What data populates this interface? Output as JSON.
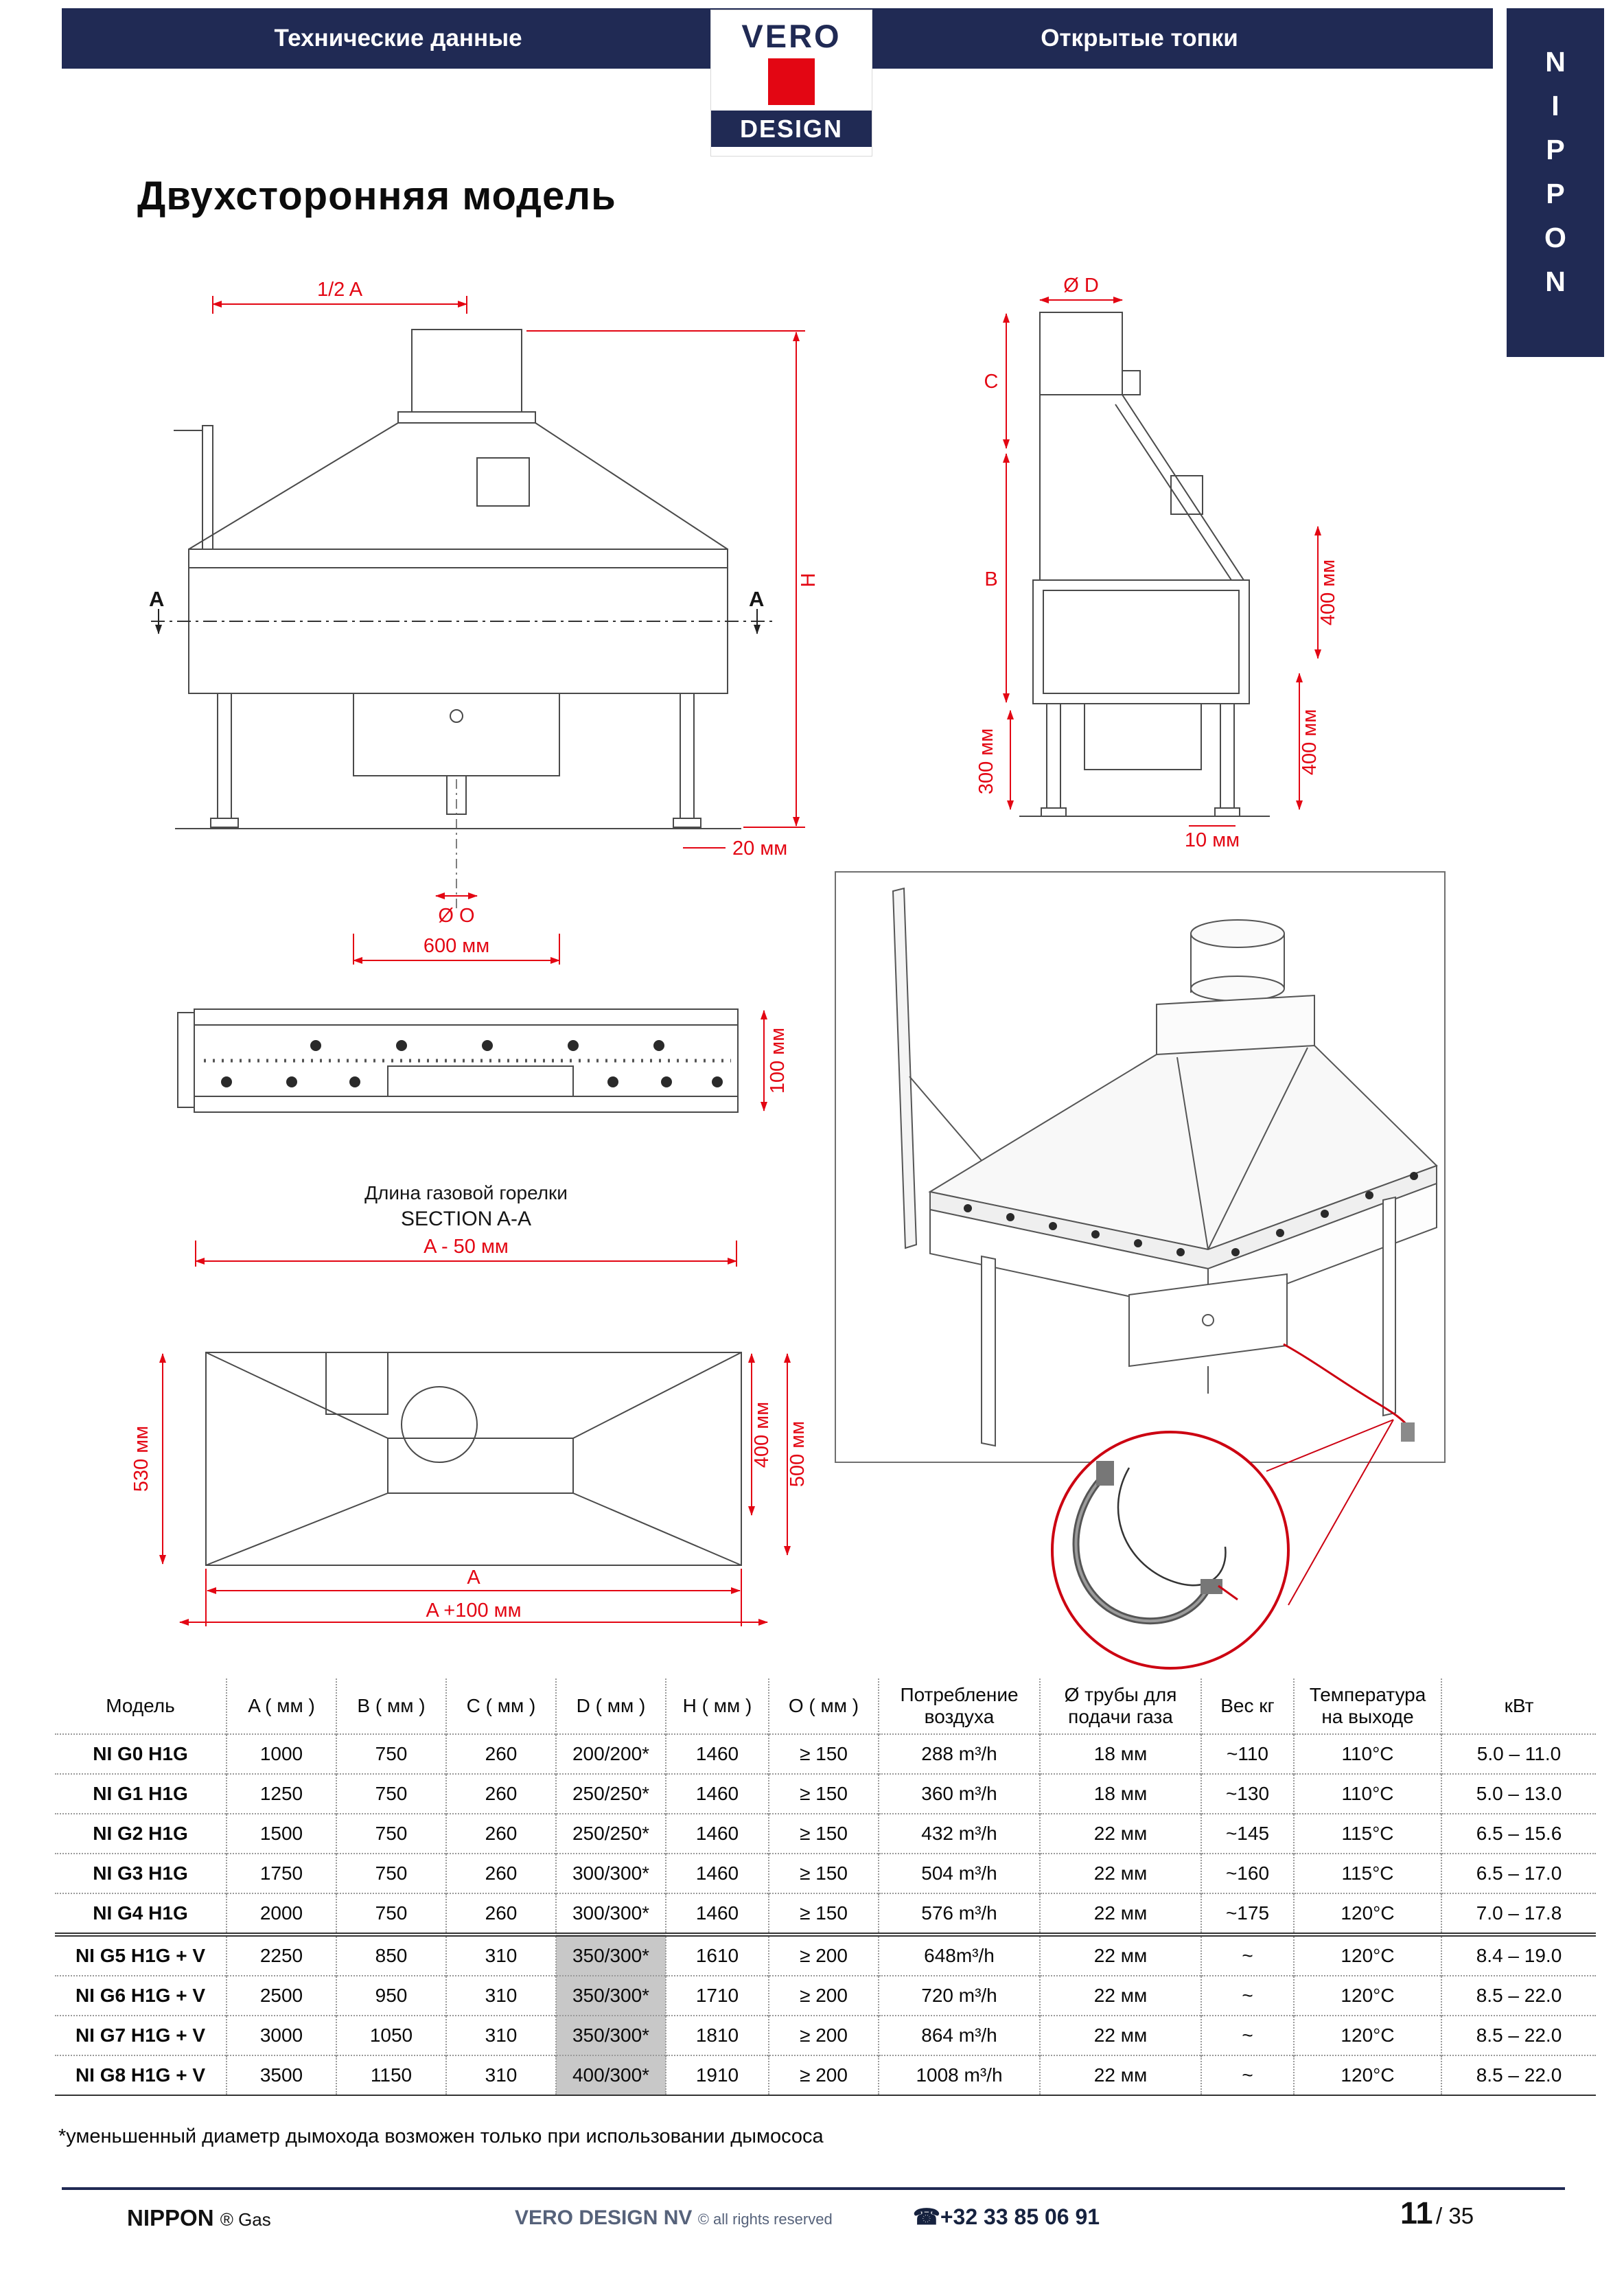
{
  "header": {
    "left_title": "Технические данные",
    "right_title": "Открытые топки",
    "logo_top": "VERO",
    "logo_bottom": "DESIGN",
    "vertical_letters": [
      "N",
      "I",
      "P",
      "P",
      "O",
      "N"
    ]
  },
  "page_title": "Двухсторонняя модель",
  "drawings": {
    "front": {
      "half_a": "1/2 A",
      "a_left": "A",
      "a_right": "A",
      "h": "H",
      "off20": "20 мм",
      "dia_o": "Ø O",
      "w600": "600 мм"
    },
    "side": {
      "dia_d": "Ø D",
      "c": "C",
      "b": "B",
      "r400_top": "400 мм",
      "r400_bottom": "400 мм",
      "l300": "300 мм",
      "b10": "10 мм"
    },
    "section": {
      "h100": "100 мм",
      "caption_burner": "Длина газовой горелки",
      "caption_section": "SECTION A-A",
      "a50": "A - 50 мм"
    },
    "top": {
      "l530": "530 мм",
      "r400": "400 мм",
      "r500": "500 мм",
      "a": "A",
      "a100": "A +100 мм"
    }
  },
  "table": {
    "headers": [
      "Модель",
      "A ( мм )",
      "B ( мм )",
      "C ( мм )",
      "D ( мм )",
      "H ( мм )",
      "O ( мм )",
      "Потребление воздуха",
      "Ø трубы для подачи газа",
      "Вес кг",
      "Температура на выходе",
      "кВт"
    ],
    "rows": [
      {
        "model": "NI G0 H1G",
        "a": "1000",
        "b": "750",
        "c": "260",
        "d": "200/200*",
        "h": "1460",
        "o": "≥ 150",
        "air": "288 m³/h",
        "gas": "18 мм",
        "weight": "~110",
        "temp": "110°C",
        "kw": "5.0 – 11.0"
      },
      {
        "model": "NI G1 H1G",
        "a": "1250",
        "b": "750",
        "c": "260",
        "d": "250/250*",
        "h": "1460",
        "o": "≥ 150",
        "air": "360 m³/h",
        "gas": "18 мм",
        "weight": "~130",
        "temp": "110°C",
        "kw": "5.0 – 13.0"
      },
      {
        "model": "NI G2 H1G",
        "a": "1500",
        "b": "750",
        "c": "260",
        "d": "250/250*",
        "h": "1460",
        "o": "≥ 150",
        "air": "432 m³/h",
        "gas": "22 мм",
        "weight": "~145",
        "temp": "115°C",
        "kw": "6.5 – 15.6"
      },
      {
        "model": "NI G3 H1G",
        "a": "1750",
        "b": "750",
        "c": "260",
        "d": "300/300*",
        "h": "1460",
        "o": "≥ 150",
        "air": "504 m³/h",
        "gas": "22 мм",
        "weight": "~160",
        "temp": "115°C",
        "kw": "6.5 – 17.0"
      },
      {
        "model": "NI G4 H1G",
        "a": "2000",
        "b": "750",
        "c": "260",
        "d": "300/300*",
        "h": "1460",
        "o": "≥ 150",
        "air": "576 m³/h",
        "gas": "22 мм",
        "weight": "~175",
        "temp": "120°C",
        "kw": "7.0 – 17.8"
      },
      {
        "model": "NI G5 H1G + V",
        "a": "2250",
        "b": "850",
        "c": "310",
        "d": "350/300*",
        "h": "1610",
        "o": "≥ 200",
        "air": "648m³/h",
        "gas": "22 мм",
        "weight": "~",
        "temp": "120°C",
        "kw": "8.4 – 19.0"
      },
      {
        "model": "NI G6 H1G + V",
        "a": "2500",
        "b": "950",
        "c": "310",
        "d": "350/300*",
        "h": "1710",
        "o": "≥ 200",
        "air": "720 m³/h",
        "gas": "22 мм",
        "weight": "~",
        "temp": "120°C",
        "kw": "8.5 – 22.0"
      },
      {
        "model": "NI G7 H1G + V",
        "a": "3000",
        "b": "1050",
        "c": "310",
        "d": "350/300*",
        "h": "1810",
        "o": "≥ 200",
        "air": "864 m³/h",
        "gas": "22 мм",
        "weight": "~",
        "temp": "120°C",
        "kw": "8.5 – 22.0"
      },
      {
        "model": "NI G8 H1G + V",
        "a": "3500",
        "b": "1150",
        "c": "310",
        "d": "400/300*",
        "h": "1910",
        "o": "≥ 200",
        "air": "1008 m³/h",
        "gas": "22 мм",
        "weight": "~",
        "temp": "120°C",
        "kw": "8.5 – 22.0"
      }
    ],
    "footnote": "*уменьшенный диаметр дымохода возможен только при использовании дымососа"
  },
  "footer": {
    "brand": "NIPPON",
    "brand_suffix": "® Gas",
    "company": "VERO DESIGN NV",
    "rights": "© all rights reserved",
    "phone_icon": "☎",
    "phone": "+32 33 85 06 91",
    "page_number": "11",
    "page_total": "/ 35"
  }
}
